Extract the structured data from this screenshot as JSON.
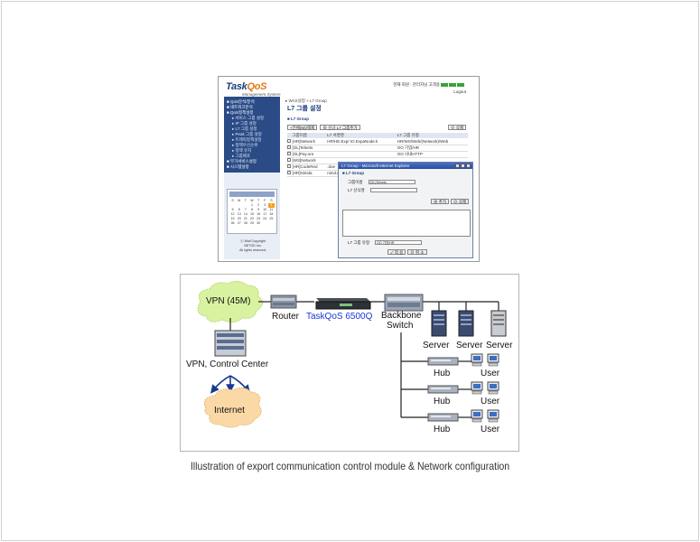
{
  "screenshot": {
    "logo_main": "Task",
    "logo_accent": "QoS",
    "logo_sub": "Management System",
    "top_info": "현재 회원 : 관리자님 고객용",
    "logout": "Logout",
    "breadcrumb": "▸ WAS설정 > L7 Group",
    "page_title": "L7 그룹 설정",
    "section_title": "■ L7 Group",
    "buttons": [
      "+전체(M)/해제",
      "⊕ 신규 L7 그룹추가"
    ],
    "delete_button": "⊖ 삭제",
    "table_headers": [
      "그룹이름",
      "L7 서명명",
      "L7 그룹 유형"
    ],
    "table_rows": [
      [
        "[HR]Network",
        "HR/HE.Exp/ IO.ExpaNode.k",
        "HR/WS/Web/(Network)/Web"
      ],
      [
        "[OL]Telnets",
        "",
        "OO 기업/HR"
      ],
      [
        "[OL]Pay.ore",
        "",
        "OO 사내HTTP"
      ],
      [
        "[WS]Network",
        "",
        ""
      ],
      [
        "[HR]CodeRed",
        ".doe",
        ""
      ],
      [
        "[HR]Nimda",
        "nimd.exe",
        ""
      ]
    ],
    "sidebar_menu": [
      {
        "label": "■ QoS분석/분석",
        "sub": false
      },
      {
        "label": "■ 네트워크분석",
        "sub": false
      },
      {
        "label": "■ QoS정책설정",
        "sub": false
      },
      {
        "label": "▸ 서비스 그룹 설정",
        "sub": true
      },
      {
        "label": "▸ IP 그룹 설정",
        "sub": true
      },
      {
        "label": "▸ L7 그룹 설정",
        "sub": true
      },
      {
        "label": "▸ Peak 그룹 설정",
        "sub": true
      },
      {
        "label": "▸ 트래픽정책설정",
        "sub": true
      },
      {
        "label": "▸ 정책우선순위",
        "sub": true
      },
      {
        "label": "▸ 정책 유지",
        "sub": true
      },
      {
        "label": "▸ 그룹배포",
        "sub": true
      },
      {
        "label": "■ 부가서비스설정",
        "sub": false
      },
      {
        "label": "■ 시스템설정",
        "sub": false
      }
    ],
    "calendar_days": [
      "S",
      "M",
      "T",
      "W",
      "T",
      "F",
      "S",
      "",
      "",
      "",
      "1",
      "2",
      "3",
      "4",
      "5",
      "6",
      "7",
      "8",
      "9",
      "10",
      "11",
      "12",
      "13",
      "14",
      "15",
      "16",
      "17",
      "18",
      "19",
      "20",
      "21",
      "22",
      "23",
      "24",
      "25",
      "26",
      "27",
      "28",
      "29",
      "30",
      "",
      ""
    ],
    "calendar_today": "4",
    "copyright_lines": [
      "ⓒ Wall Copyright",
      "NETGD Inc.",
      "All rights reserved."
    ],
    "popup": {
      "titlebar": "L7 Group - Microsoft Internet Explorer",
      "title": "■ L7 Group",
      "group_name_label": "그룹이름",
      "group_name_value": "[OL]Telnets",
      "l7_name_label": "L7 선식명",
      "add_button": "⊕ 추가",
      "delete_button": "⊖ 삭제",
      "group_type_label": "L7 그룹 유형",
      "group_type_value": "OO 기업/HR",
      "ok_button": "✓ 적 용",
      "cancel_button": "⊖ 취 소"
    }
  },
  "network": {
    "vpn_cloud": "VPN (45M)",
    "router": "Router",
    "taskqos": "TaskQoS 6500Q",
    "backbone": "Backbone",
    "switch": "Switch",
    "server": "Server",
    "control_center": "VPN, Control Center",
    "internet": "Internet",
    "hub": "Hub",
    "user": "User",
    "colors": {
      "cloud_green": "#d9f2a0",
      "cloud_orange": "#fbd9a6",
      "taskqos_blue": "#1a35d8",
      "arrow_blue": "#173a8f"
    }
  },
  "caption": "Illustration of export communication control module & Network configuration"
}
